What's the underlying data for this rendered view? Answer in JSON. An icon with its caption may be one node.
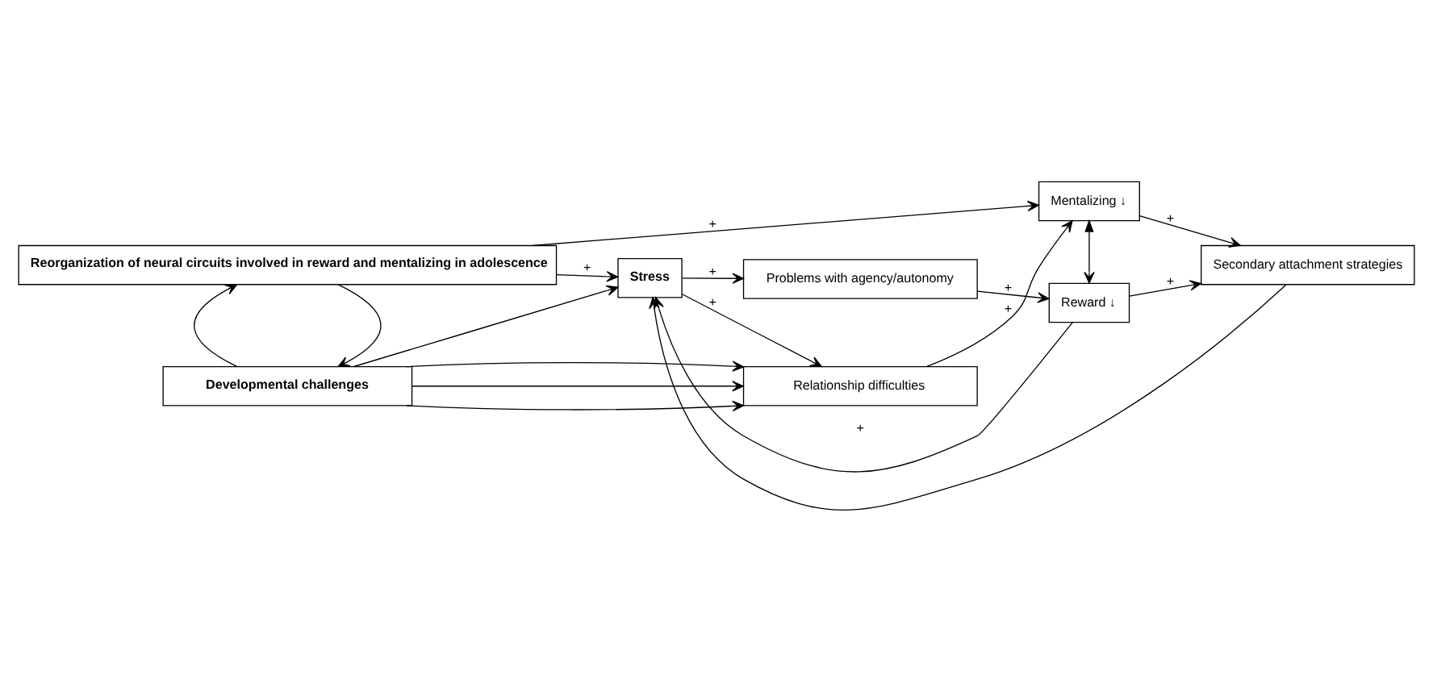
{
  "diagram": {
    "nodes": [
      {
        "text": [
          "Reorganization of neural circuits involved in reward and mentalizing in adolescence"
        ]
      },
      {
        "text": [
          "Developmental challenges"
        ]
      },
      {
        "text": [
          "Stress"
        ]
      },
      {
        "text": [
          "Relationship difficulties"
        ]
      },
      {
        "text": [
          "Problems with agency/autonomy"
        ]
      },
      {
        "text": [
          "Mentalizing ↓"
        ]
      },
      {
        "text": [
          "Reward ↓"
        ]
      },
      {
        "text": [
          "Secondary attachment strategies"
        ]
      }
    ],
    "edges": [
      {
        "from": 0,
        "to": 1,
        "arrow": "to"
      },
      {
        "from": 1,
        "to": 0,
        "arrow": "to"
      },
      {
        "from": 0,
        "to": 2,
        "arrow": "to",
        "label": "+"
      },
      {
        "from": 1,
        "to": 2,
        "arrow": "to"
      },
      {
        "from": 1,
        "to": 3,
        "arrow": "to"
      },
      {
        "from": 1,
        "to": 3,
        "arrow": "to"
      },
      {
        "from": 1,
        "to": 3,
        "arrow": "to"
      },
      {
        "from": 0,
        "to": 5,
        "arrow": "to",
        "label": "+"
      },
      {
        "from": 2,
        "to": 3,
        "arrow": "to",
        "label": "+"
      },
      {
        "from": 2,
        "to": 4,
        "arrow": "to",
        "label": "+"
      },
      {
        "from": 3,
        "to": 5,
        "arrow": "to",
        "label": "+"
      },
      {
        "from": 4,
        "to": 6,
        "arrow": "to",
        "label": "+"
      },
      {
        "from": 5,
        "to": 6,
        "arrow": "both"
      },
      {
        "from": 5,
        "to": 7,
        "arrow": "to",
        "label": "+"
      },
      {
        "from": 6,
        "to": 7,
        "arrow": "to",
        "label": "+"
      },
      {
        "from": 6,
        "to": 2,
        "arrow": "to",
        "label": "+"
      },
      {
        "from": 7,
        "to": 2,
        "arrow": "to"
      }
    ]
  }
}
